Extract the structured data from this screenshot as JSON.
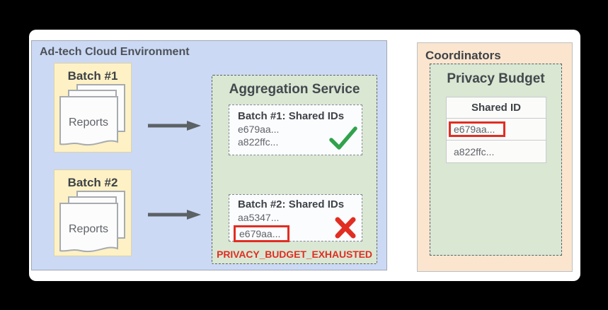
{
  "colors": {
    "background": "#000000",
    "card": "#ffffff",
    "adtech_bg": "#cbd9f5",
    "batch_bg": "#fdf1c5",
    "service_bg": "#d9e7d3",
    "coordinators_bg": "#fbe5cf",
    "success_green": "#31a24c",
    "error_red": "#e12e22",
    "arrow_gray": "#5c6165"
  },
  "adtech": {
    "title": "Ad-tech Cloud Environment",
    "batches": [
      {
        "label": "Batch #1",
        "icon_label": "Reports"
      },
      {
        "label": "Batch #2",
        "icon_label": "Reports"
      }
    ],
    "aggregation_service": {
      "title": "Aggregation Service",
      "results": [
        {
          "title": "Batch #1: Shared IDs",
          "ids": [
            "e679aa...",
            "a822ffc..."
          ],
          "status": "success"
        },
        {
          "title": "Batch #2: Shared IDs",
          "ids": [
            "aa5347...",
            "e679aa..."
          ],
          "status": "failure",
          "flagged_id": "e679aa..."
        }
      ],
      "error_label": "PRIVACY_BUDGET_EXHAUSTED"
    }
  },
  "coordinators": {
    "title": "Coordinators",
    "privacy_budget": {
      "title": "Privacy Budget",
      "table": {
        "header": "Shared ID",
        "rows": [
          "e679aa...",
          "a822ffc..."
        ],
        "flagged_row": "e679aa..."
      }
    }
  }
}
